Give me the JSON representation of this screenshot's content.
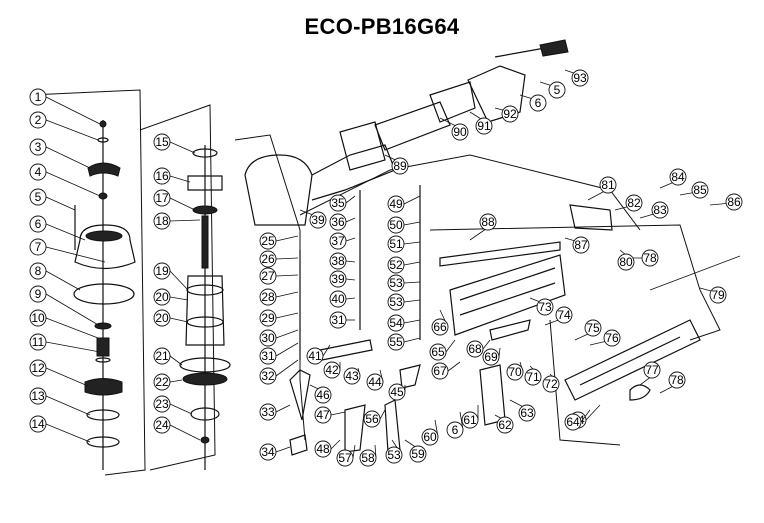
{
  "title": "ECO-PB16G64",
  "labels": [
    "1",
    "2",
    "3",
    "4",
    "5",
    "6",
    "7",
    "8",
    "9",
    "10",
    "11",
    "12",
    "13",
    "14",
    "15",
    "16",
    "17",
    "18",
    "19",
    "20",
    "20",
    "21",
    "22",
    "23",
    "24",
    "25",
    "26",
    "27",
    "28",
    "29",
    "30",
    "31",
    "32",
    "33",
    "34",
    "35",
    "36",
    "37",
    "38",
    "39",
    "39",
    "40",
    "31",
    "41",
    "42",
    "43",
    "44",
    "45",
    "46",
    "47",
    "48",
    "49",
    "50",
    "51",
    "52",
    "53",
    "53",
    "54",
    "55",
    "56",
    "57",
    "58",
    "53",
    "59",
    "60",
    "6",
    "61",
    "62",
    "63",
    "64",
    "65",
    "66",
    "67",
    "68",
    "69",
    "70",
    "71",
    "72",
    "73",
    "74",
    "75",
    "76",
    "77",
    "78",
    "78",
    "79",
    "80",
    "81",
    "82",
    "83",
    "84",
    "85",
    "86",
    "87",
    "88",
    "89",
    "90",
    "91",
    "92",
    "6",
    "5",
    "93",
    "64"
  ]
}
